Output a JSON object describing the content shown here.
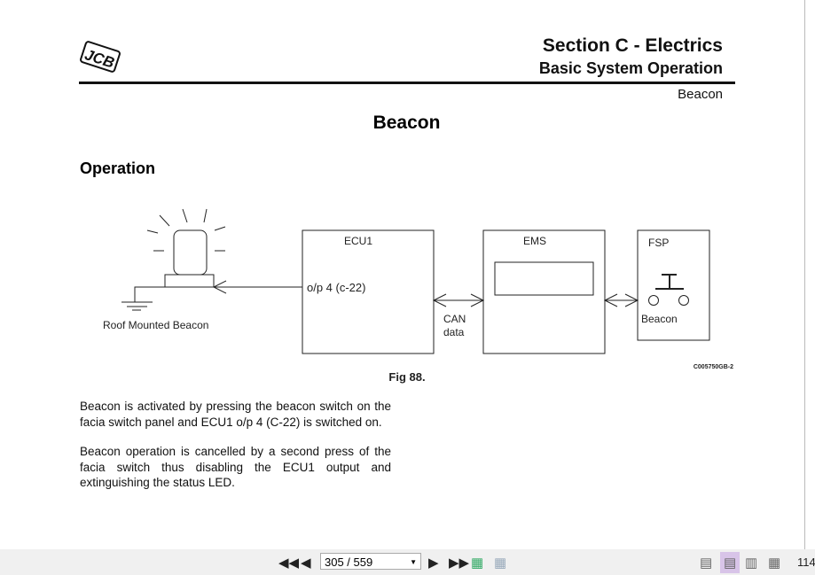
{
  "header": {
    "section": "Section C - Electrics",
    "subsection": "Basic System Operation",
    "topic": "Beacon",
    "logo": "JCB"
  },
  "page_title": "Beacon",
  "heading": "Operation",
  "diagram": {
    "beacon_label": "Roof Mounted Beacon",
    "ecu_label": "ECU1",
    "ecu_output": "o/p 4 (c-22)",
    "can_label_1": "CAN",
    "can_label_2": "data",
    "ems_label": "EMS",
    "fsp_label": "FSP",
    "switch_label": "Beacon",
    "code": "C005750GB-2",
    "caption": "Fig 88."
  },
  "paragraphs": [
    "Beacon is activated by pressing the beacon switch on the facia switch panel and ECU1 o/p 4 (C-22) is switched on.",
    "Beacon operation is cancelled by a second press of the facia switch thus disabling the ECU1 output and extinguishing the status LED."
  ],
  "toolbar": {
    "page_value": "305 / 559",
    "zoom": "114"
  }
}
